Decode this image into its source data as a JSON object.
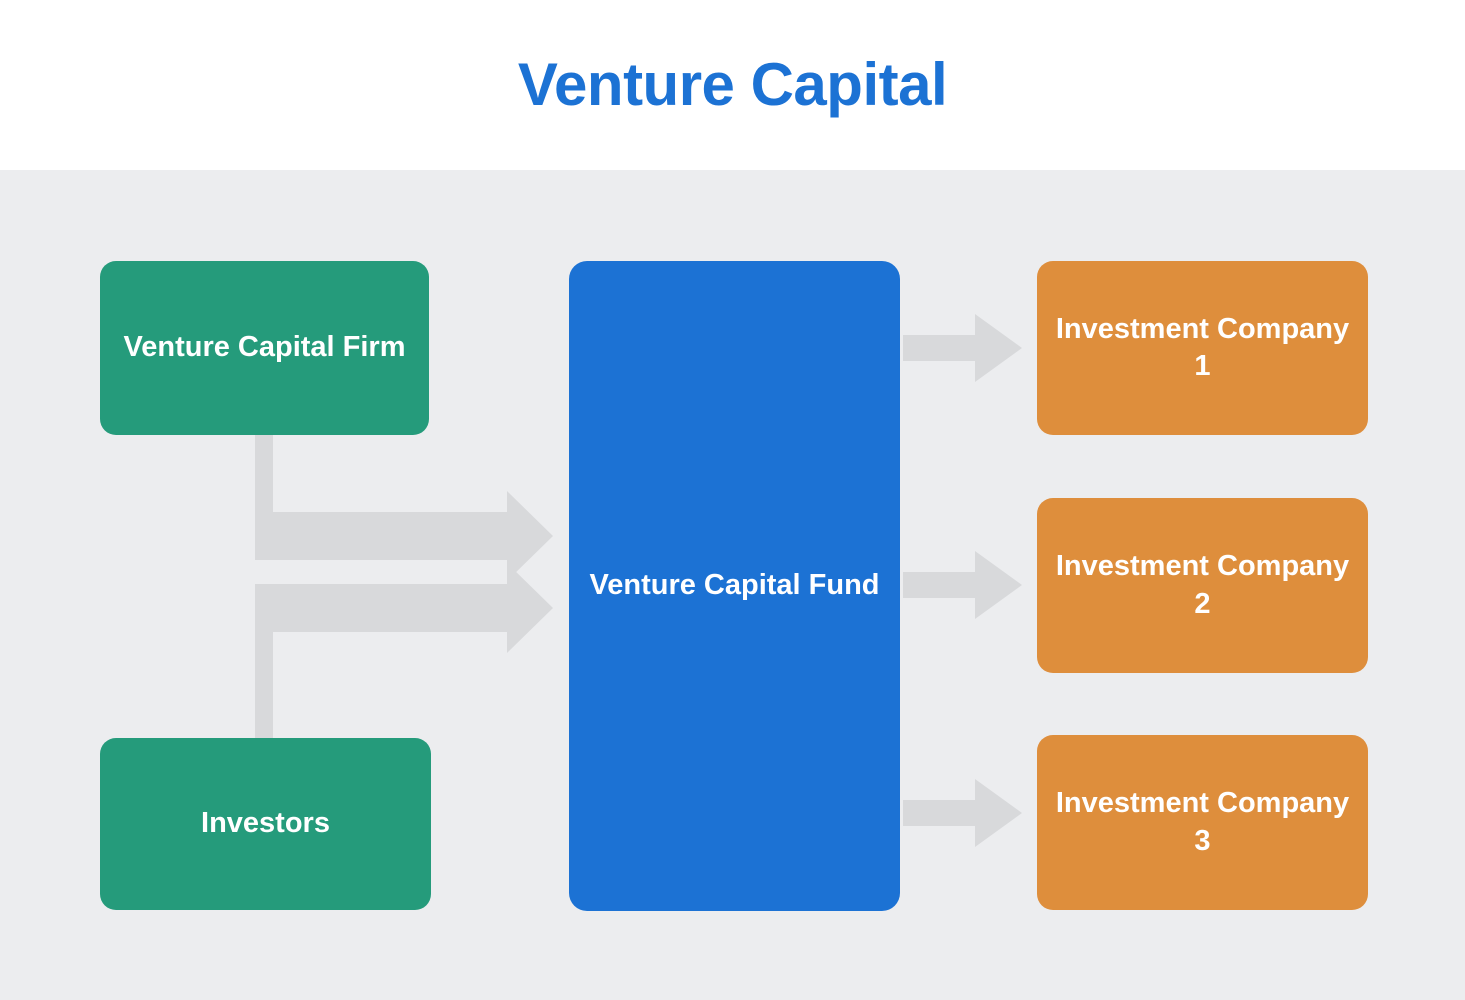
{
  "header": {
    "title": "Venture Capital"
  },
  "colors": {
    "title": "#1C72D4",
    "header_background": "#FFFFFF",
    "diagram_background": "#ECEDEF",
    "source_node": "#259B7B",
    "fund_node": "#1C72D4",
    "target_node": "#DE8E3C",
    "arrow": "#D8D9DB",
    "node_text": "#FFFFFF"
  },
  "diagram": {
    "type": "flow-diagram",
    "sources": [
      {
        "id": "firm",
        "label": "Venture Capital Firm"
      },
      {
        "id": "investors",
        "label": "Investors"
      }
    ],
    "hub": {
      "id": "fund",
      "label": "Venture Capital Fund"
    },
    "targets": [
      {
        "id": "company-1",
        "label": "Investment Company 1"
      },
      {
        "id": "company-2",
        "label": "Investment Company 2"
      },
      {
        "id": "company-3",
        "label": "Investment Company 3"
      }
    ],
    "connections": [
      {
        "from": "firm",
        "to": "fund",
        "style": "elbow-down-right"
      },
      {
        "from": "investors",
        "to": "fund",
        "style": "elbow-up-right"
      },
      {
        "from": "fund",
        "to": "company-1",
        "style": "straight-right"
      },
      {
        "from": "fund",
        "to": "company-2",
        "style": "straight-right"
      },
      {
        "from": "fund",
        "to": "company-3",
        "style": "straight-right"
      }
    ]
  }
}
